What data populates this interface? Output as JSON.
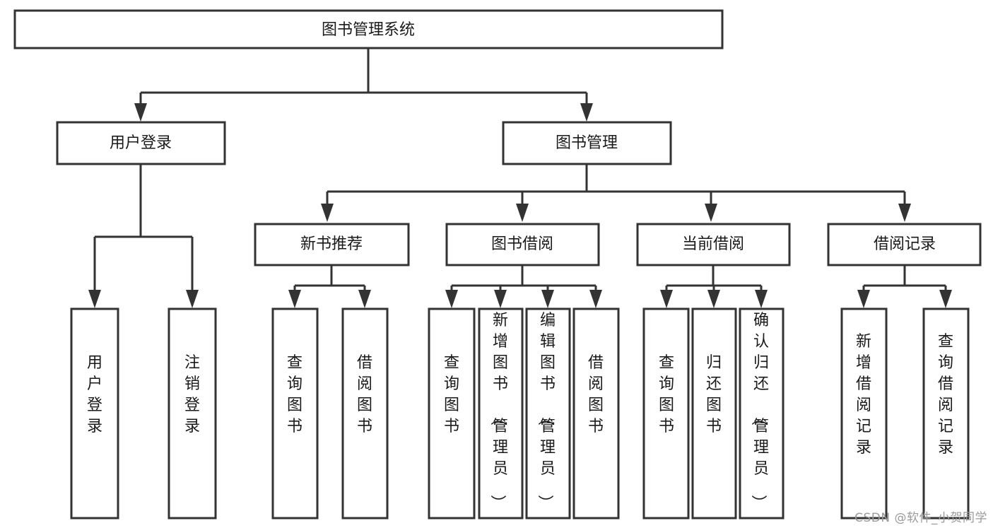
{
  "diagram": {
    "type": "tree-hierarchy-chart",
    "title": "图书管理系统",
    "orientation": "top-down",
    "colors": {
      "box_stroke": "#333333",
      "box_fill": "#ffffff",
      "connector": "#333333",
      "text": "#1a1a1a",
      "watermark": "#9a9a9a",
      "background": "#ffffff"
    },
    "levels": [
      {
        "level": 1,
        "nodes": [
          {
            "id": "root",
            "label": "图书管理系统",
            "text_orientation": "horizontal"
          }
        ]
      },
      {
        "level": 2,
        "nodes": [
          {
            "id": "user-login",
            "label": "用户登录",
            "parent": "root",
            "text_orientation": "horizontal"
          },
          {
            "id": "book-manage",
            "label": "图书管理",
            "parent": "root",
            "text_orientation": "horizontal"
          }
        ]
      },
      {
        "level": 3,
        "nodes": [
          {
            "id": "new-book-rec",
            "label": "新书推荐",
            "parent": "book-manage",
            "text_orientation": "horizontal"
          },
          {
            "id": "book-borrow",
            "label": "图书借阅",
            "parent": "book-manage",
            "text_orientation": "horizontal"
          },
          {
            "id": "current-borrow",
            "label": "当前借阅",
            "parent": "book-manage",
            "text_orientation": "horizontal"
          },
          {
            "id": "borrow-record",
            "label": "借阅记录",
            "parent": "book-manage",
            "text_orientation": "horizontal"
          }
        ]
      },
      {
        "level": 4,
        "nodes": [
          {
            "id": "leaf-1",
            "label": "用户登录",
            "parent": "user-login",
            "text_orientation": "vertical"
          },
          {
            "id": "leaf-2",
            "label": "注销登录",
            "parent": "user-login",
            "text_orientation": "vertical"
          },
          {
            "id": "leaf-3",
            "label": "查询图书",
            "parent": "new-book-rec",
            "text_orientation": "vertical"
          },
          {
            "id": "leaf-4",
            "label": "借阅图书",
            "parent": "new-book-rec",
            "text_orientation": "vertical"
          },
          {
            "id": "leaf-5",
            "label": "查询图书",
            "parent": "book-borrow",
            "text_orientation": "vertical"
          },
          {
            "id": "leaf-6",
            "label": "新增图书（管理员）",
            "parent": "book-borrow",
            "text_orientation": "vertical"
          },
          {
            "id": "leaf-7",
            "label": "编辑图书（管理员）",
            "parent": "book-borrow",
            "text_orientation": "vertical"
          },
          {
            "id": "leaf-8",
            "label": "借阅图书",
            "parent": "book-borrow",
            "text_orientation": "vertical"
          },
          {
            "id": "leaf-9",
            "label": "查询图书",
            "parent": "current-borrow",
            "text_orientation": "vertical"
          },
          {
            "id": "leaf-10",
            "label": "归还图书",
            "parent": "current-borrow",
            "text_orientation": "vertical"
          },
          {
            "id": "leaf-11",
            "label": "确认归还（管理员）",
            "parent": "current-borrow",
            "text_orientation": "vertical"
          },
          {
            "id": "leaf-12",
            "label": "新增借阅记录",
            "parent": "borrow-record",
            "text_orientation": "vertical"
          },
          {
            "id": "leaf-13",
            "label": "查询借阅记录",
            "parent": "borrow-record",
            "text_orientation": "vertical"
          }
        ]
      }
    ]
  },
  "watermark": {
    "text": "CSDN @软件_小贺同学"
  }
}
